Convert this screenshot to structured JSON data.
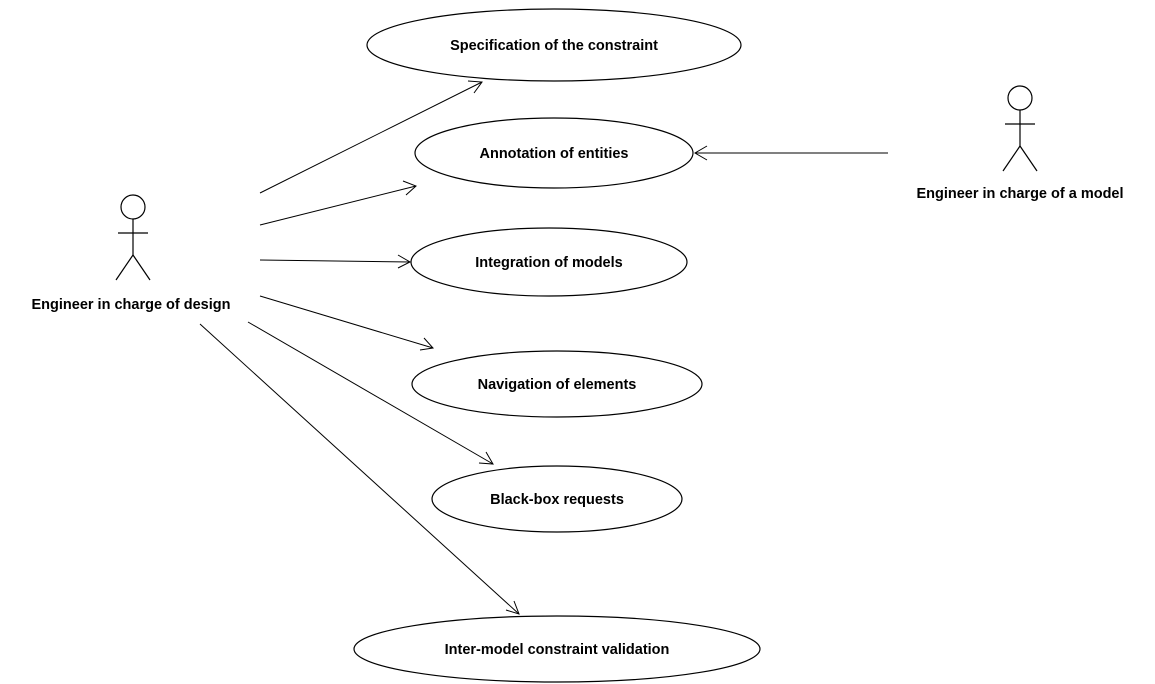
{
  "actors": {
    "design": {
      "name": "Engineer in charge of design"
    },
    "model": {
      "name": "Engineer in charge of a model"
    }
  },
  "use_cases": [
    {
      "id": "spec",
      "label": "Specification of the constraint"
    },
    {
      "id": "annot",
      "label": "Annotation of entities"
    },
    {
      "id": "integ",
      "label": "Integration of models"
    },
    {
      "id": "nav",
      "label": "Navigation of elements"
    },
    {
      "id": "bb",
      "label": "Black-box requests"
    },
    {
      "id": "valid",
      "label": "Inter-model constraint validation"
    }
  ],
  "associations": [
    {
      "from": "design",
      "to": "spec"
    },
    {
      "from": "design",
      "to": "annot"
    },
    {
      "from": "design",
      "to": "integ"
    },
    {
      "from": "design",
      "to": "nav"
    },
    {
      "from": "design",
      "to": "bb"
    },
    {
      "from": "design",
      "to": "valid"
    },
    {
      "from": "model",
      "to": "annot"
    }
  ]
}
